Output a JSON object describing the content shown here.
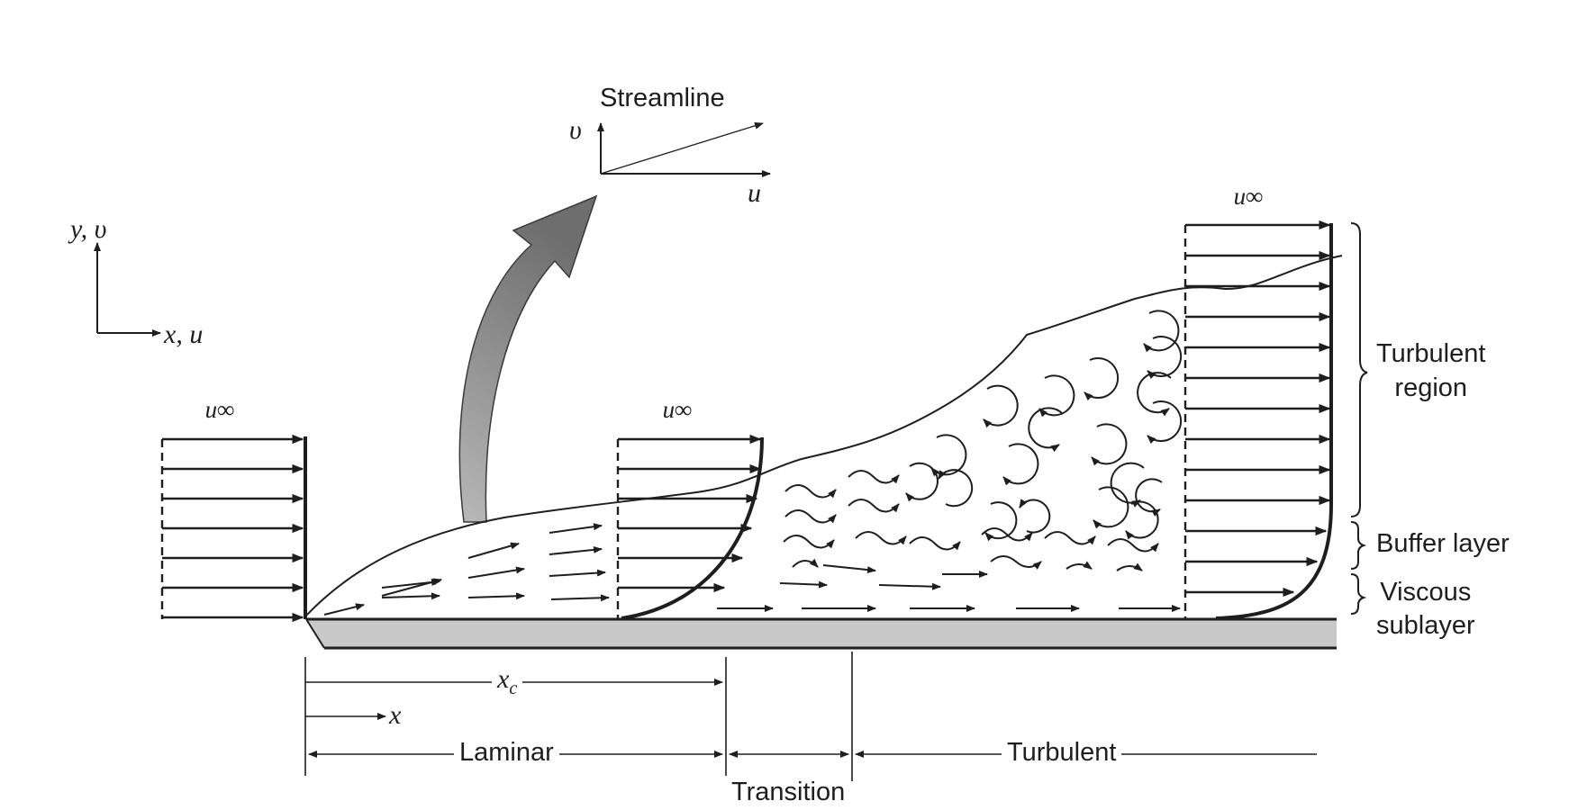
{
  "labels": {
    "streamline": "Streamline",
    "v_axis": "υ",
    "u_axis": "u",
    "y_axis": "y, υ",
    "x_axis": "x, u",
    "u_inf": "u∞",
    "turbulent_region": "Turbulent\nregion",
    "buffer_layer": "Buffer layer",
    "viscous_sublayer": "Viscous\nsublayer",
    "x_c": "x",
    "x_c_sub": "c",
    "x": "x",
    "laminar": "Laminar",
    "transition": "Transition",
    "turbulent": "Turbulent"
  },
  "colors": {
    "ink": "#1e1e1e",
    "plate": "#c8c8c8",
    "curved_arrow": "#7a7a7a",
    "background": "#ffffff"
  },
  "icons": {
    "curved_arrow": "curved-up-arrow-icon",
    "eddy": "circular-eddy-arrow-icon"
  }
}
